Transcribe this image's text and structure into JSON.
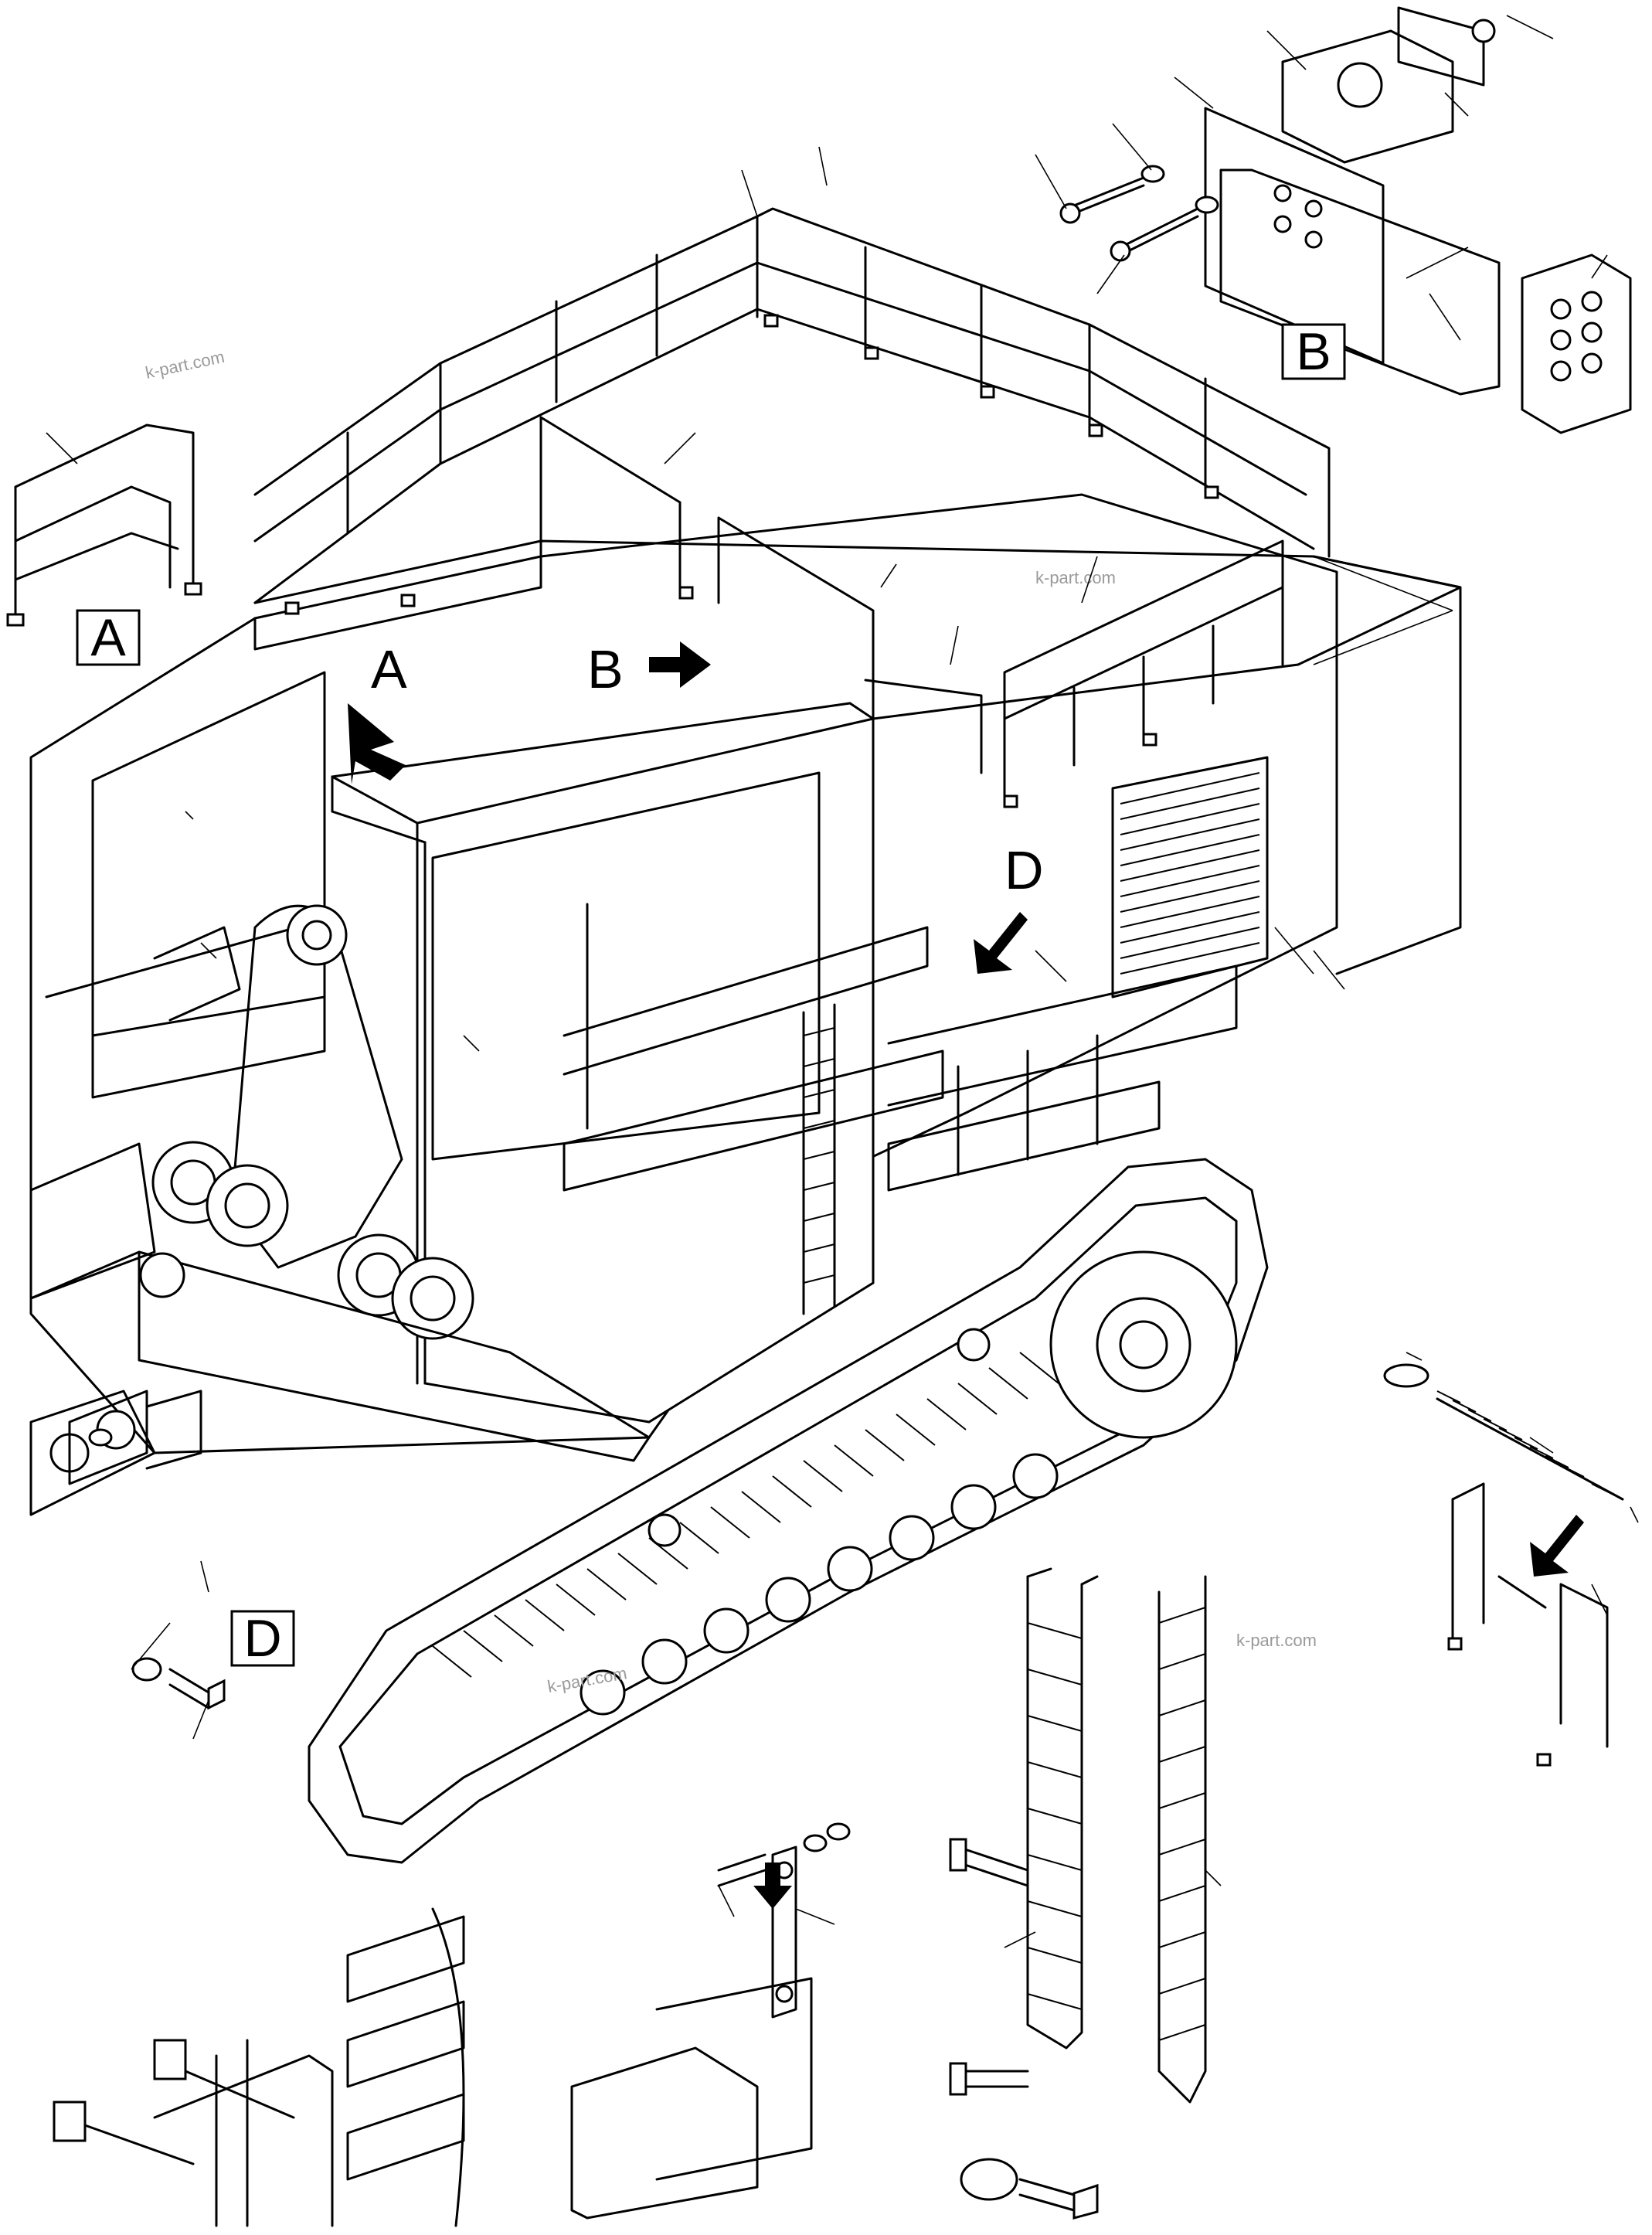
{
  "watermark": "k-part.com",
  "view_labels": {
    "a": "A",
    "b": "B",
    "d": "D"
  },
  "boxed_labels": {
    "a": "A",
    "b": "B",
    "d": "D"
  }
}
